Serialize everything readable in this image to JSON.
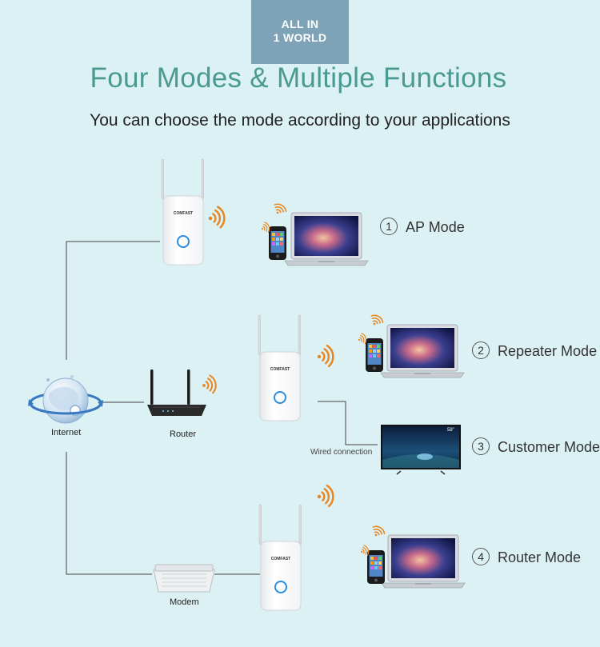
{
  "badge": {
    "line1": "ALL IN",
    "line2": "1 WORLD"
  },
  "title": "Four Modes & Multiple Functions",
  "subtitle": "You can choose the mode according to your applications",
  "modes": [
    {
      "num": "1",
      "label": "AP Mode"
    },
    {
      "num": "2",
      "label": "Repeater Mode"
    },
    {
      "num": "3",
      "label": "Customer Mode"
    },
    {
      "num": "4",
      "label": "Router Mode"
    }
  ],
  "labels": {
    "internet": "Internet",
    "router": "Router",
    "modem": "Modem",
    "wired": "Wired connection",
    "extender_brand": "COMFAST",
    "tv_size": "58\""
  },
  "colors": {
    "background": "#dcf1f3",
    "title": "#4b9a92",
    "badge": "#7ea3b7",
    "wifi": "#e8851f",
    "lines": "#444444"
  }
}
